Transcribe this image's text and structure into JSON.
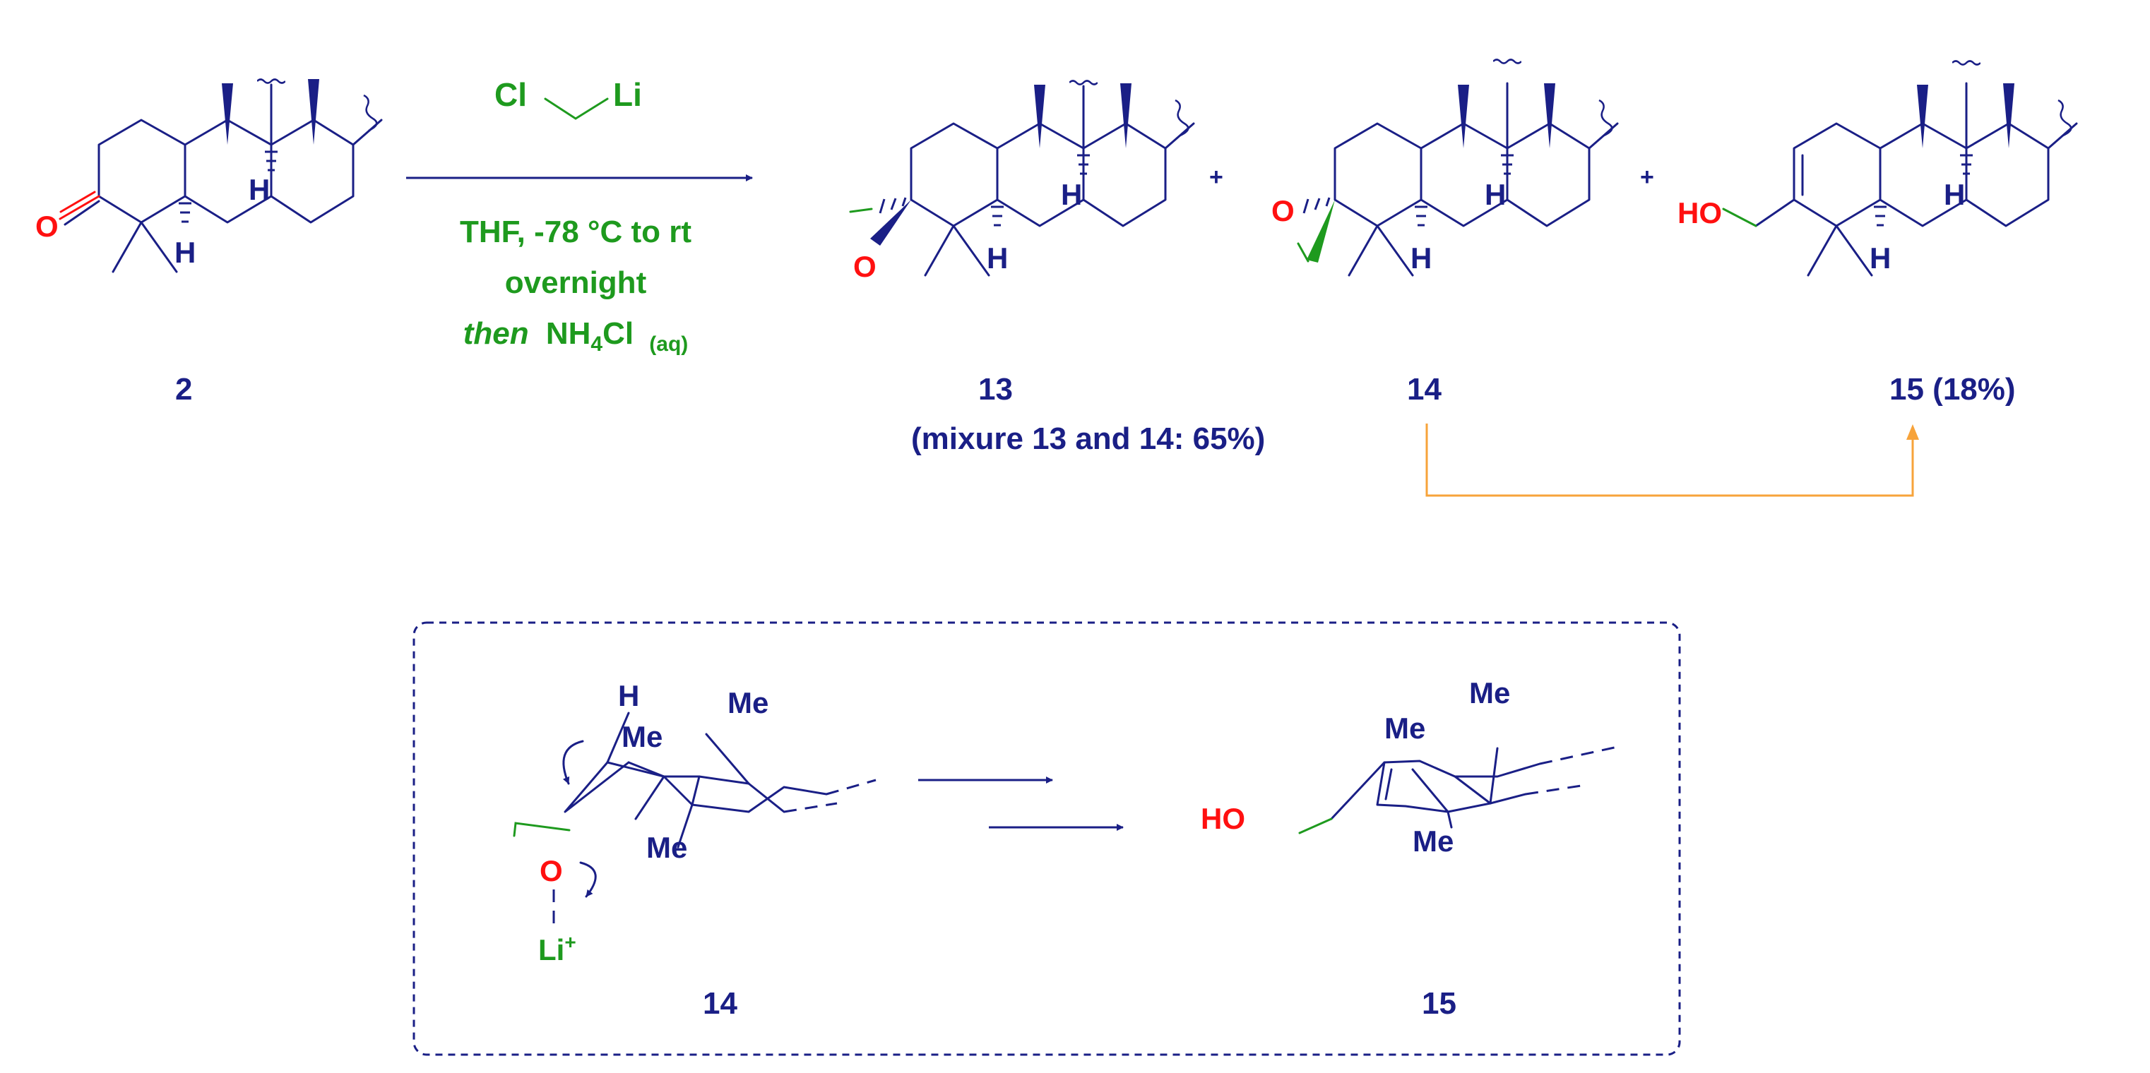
{
  "reagent": {
    "cl": "Cl",
    "li": "Li"
  },
  "conditions": {
    "line1": "THF, -78 °C to rt",
    "line2": "overnight",
    "line3_italic": "then",
    "line3_rest": "NH",
    "line3_sub": "4",
    "line3_cl": "Cl",
    "line3_aq": "(aq)"
  },
  "atoms": {
    "O": "O",
    "H": "H",
    "HO": "HO",
    "Me": "Me",
    "Li": "Li",
    "Liplus": "+"
  },
  "compounds": {
    "c2": "2",
    "c13": "13",
    "c14": "14",
    "c15": "15 (18%)",
    "mixture": "(mixure 13 and 14: 65%)",
    "plus": "+"
  },
  "mechanism": {
    "left_label": "14",
    "right_label": "15"
  },
  "colors": {
    "navy": "#1a1f86",
    "green": "#1e9a1e",
    "red": "#ff1010",
    "orange": "#f7a33a"
  }
}
